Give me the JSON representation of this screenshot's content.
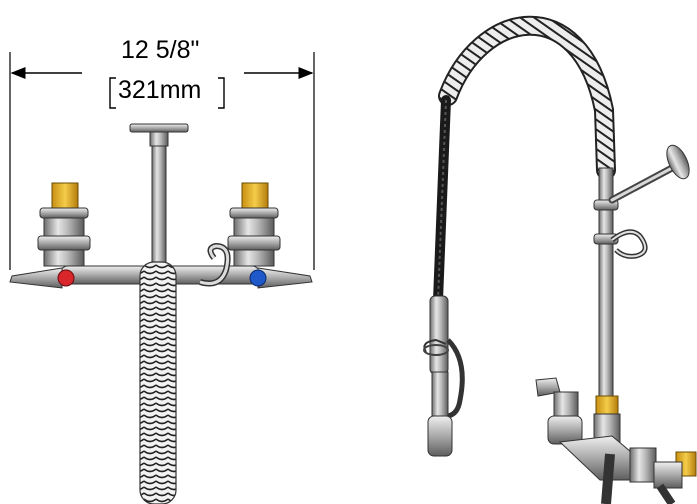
{
  "dimension": {
    "inches": "12 5/8\"",
    "millimeters": "321mm"
  },
  "views": [
    {
      "name": "front-view"
    },
    {
      "name": "perspective-view"
    }
  ]
}
